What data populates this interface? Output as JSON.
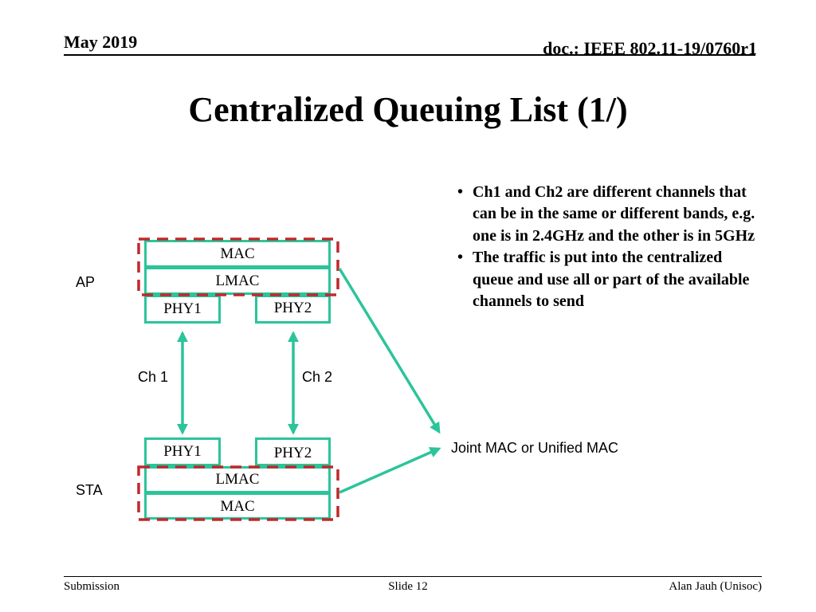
{
  "header": {
    "date": "May 2019",
    "doc": "doc.: IEEE 802.11-19/0760r1"
  },
  "title": "Centralized Queuing List (1/)",
  "bullets": [
    "Ch1 and Ch2 are different channels that can be in the same or different bands, e.g. one is in 2.4GHz and the other is in 5GHz",
    "The traffic is put into the centralized queue and use all or part of the available channels to send"
  ],
  "diagram": {
    "ap_label": "AP",
    "sta_label": "STA",
    "ap_stack": {
      "mac": "MAC",
      "lmac": "LMAC",
      "phy1": "PHY1",
      "phy2": "PHY2"
    },
    "sta_stack": {
      "phy1": "PHY1",
      "phy2": "PHY2",
      "lmac": "LMAC",
      "mac": "MAC"
    },
    "ch1_label": "Ch 1",
    "ch2_label": "Ch 2",
    "joint_label": "Joint MAC or Unified MAC",
    "colors": {
      "box_border": "#2cc49a",
      "dashed_border": "#c0282d",
      "arrow": "#2cc49a"
    }
  },
  "footer": {
    "left": "Submission",
    "center": "Slide 12",
    "right": "Alan Jauh (Unisoc)"
  }
}
